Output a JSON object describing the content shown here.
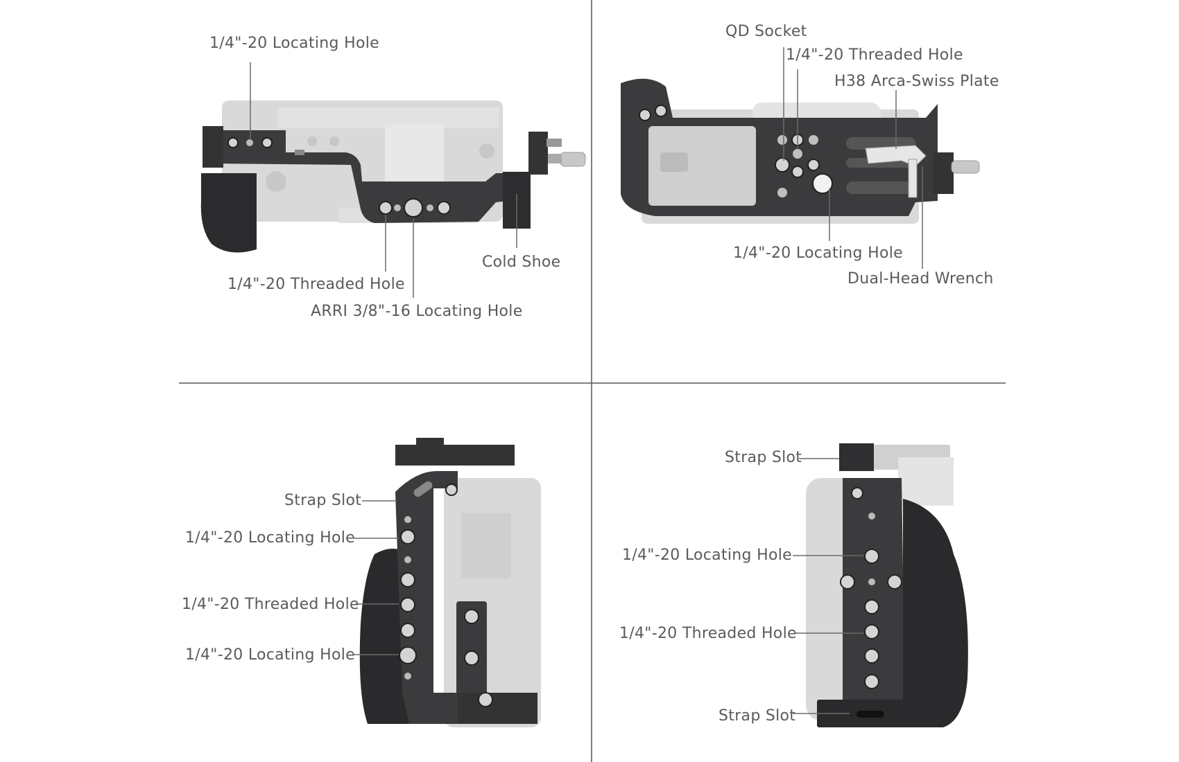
{
  "labels": {
    "q1": {
      "locating_hole_top": "1/4\"-20 Locating Hole",
      "threaded_hole": "1/4\"-20 Threaded Hole",
      "arri_hole": "ARRI 3/8\"-16 Locating Hole",
      "cold_shoe": "Cold Shoe"
    },
    "q2": {
      "qd_socket": "QD Socket",
      "threaded_hole": "1/4\"-20 Threaded Hole",
      "arca_plate": "H38 Arca-Swiss Plate",
      "locating_hole": "1/4\"-20 Locating Hole",
      "wrench": "Dual-Head Wrench"
    },
    "q3": {
      "strap_slot": "Strap Slot",
      "locating_hole_1": "1/4\"-20 Locating Hole",
      "threaded_hole": "1/4\"-20 Threaded Hole",
      "locating_hole_2": "1/4\"-20 Locating Hole"
    },
    "q4": {
      "strap_slot_top": "Strap Slot",
      "locating_hole": "1/4\"-20 Locating Hole",
      "threaded_hole": "1/4\"-20 Threaded Hole",
      "strap_slot_bottom": "Strap Slot"
    }
  },
  "colors": {
    "cage_metal": "#3a3a3c",
    "camera_body": "#d9d9d9",
    "grip": "#2a2a2c",
    "leader_line": "#6b6b6b",
    "divider": "#555555"
  }
}
